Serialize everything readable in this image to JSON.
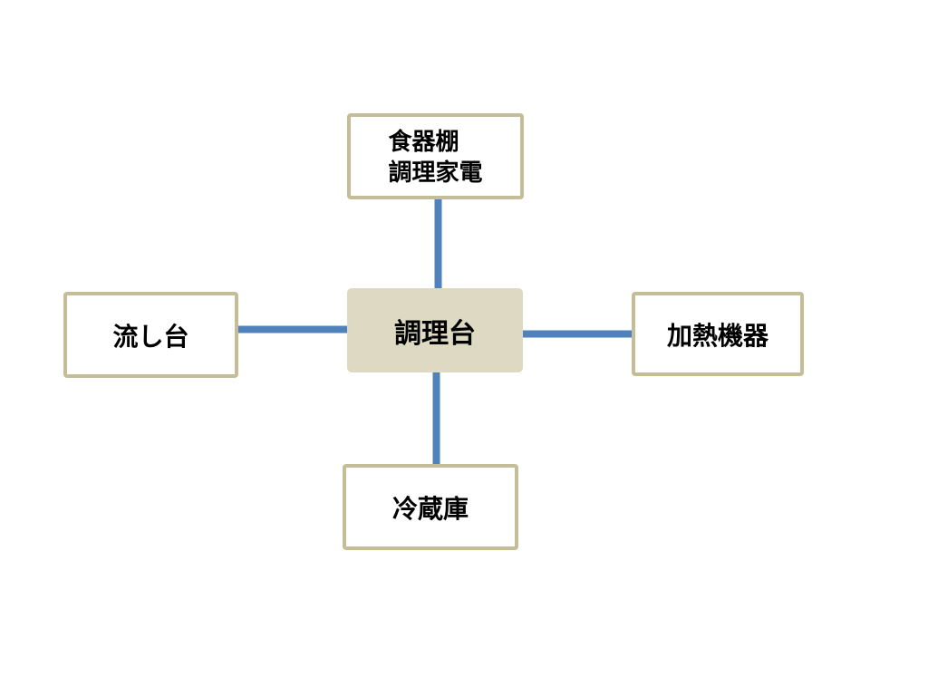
{
  "diagram": {
    "nodes": {
      "center": {
        "label": "調理台"
      },
      "top": {
        "lines": [
          "食器棚",
          "調理家電"
        ]
      },
      "left": {
        "label": "流し台"
      },
      "right": {
        "label": "加熱機器"
      },
      "bottom": {
        "label": "冷蔵庫"
      }
    },
    "connections": [
      {
        "from": "調理台",
        "to": "食器棚 調理家電"
      },
      {
        "from": "調理台",
        "to": "流し台"
      },
      {
        "from": "調理台",
        "to": "加熱機器"
      },
      {
        "from": "調理台",
        "to": "冷蔵庫"
      }
    ]
  },
  "colors": {
    "box-border": "#c4bd97",
    "center-fill": "#ddd9c3",
    "connector-blue": "#4f81bd",
    "connector-edge": "#a7c0de",
    "text": "#000000",
    "background": "#ffffff"
  }
}
